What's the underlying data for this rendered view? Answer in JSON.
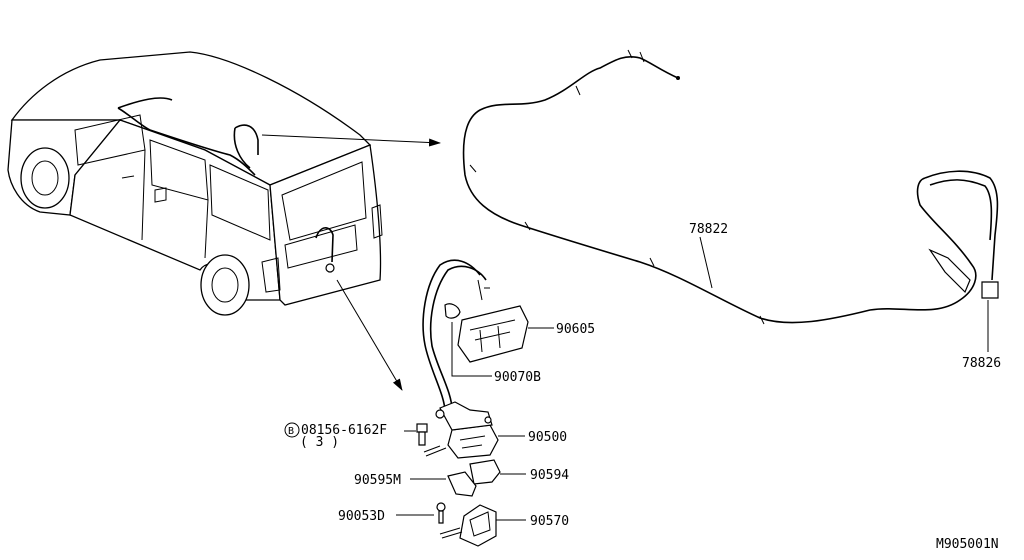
{
  "diagram": {
    "code": "M905001N",
    "parts": {
      "cable_main": "78822",
      "clip": "78826",
      "handle": "90605",
      "rod": "90070B",
      "bolt_number": "08156-6162F",
      "bolt_marker": "B",
      "bolt_qty": "( 3 )",
      "lock": "90500",
      "bracket_left": "90595M",
      "bracket_right": "90594",
      "screw": "90053D",
      "striker": "90570"
    }
  }
}
